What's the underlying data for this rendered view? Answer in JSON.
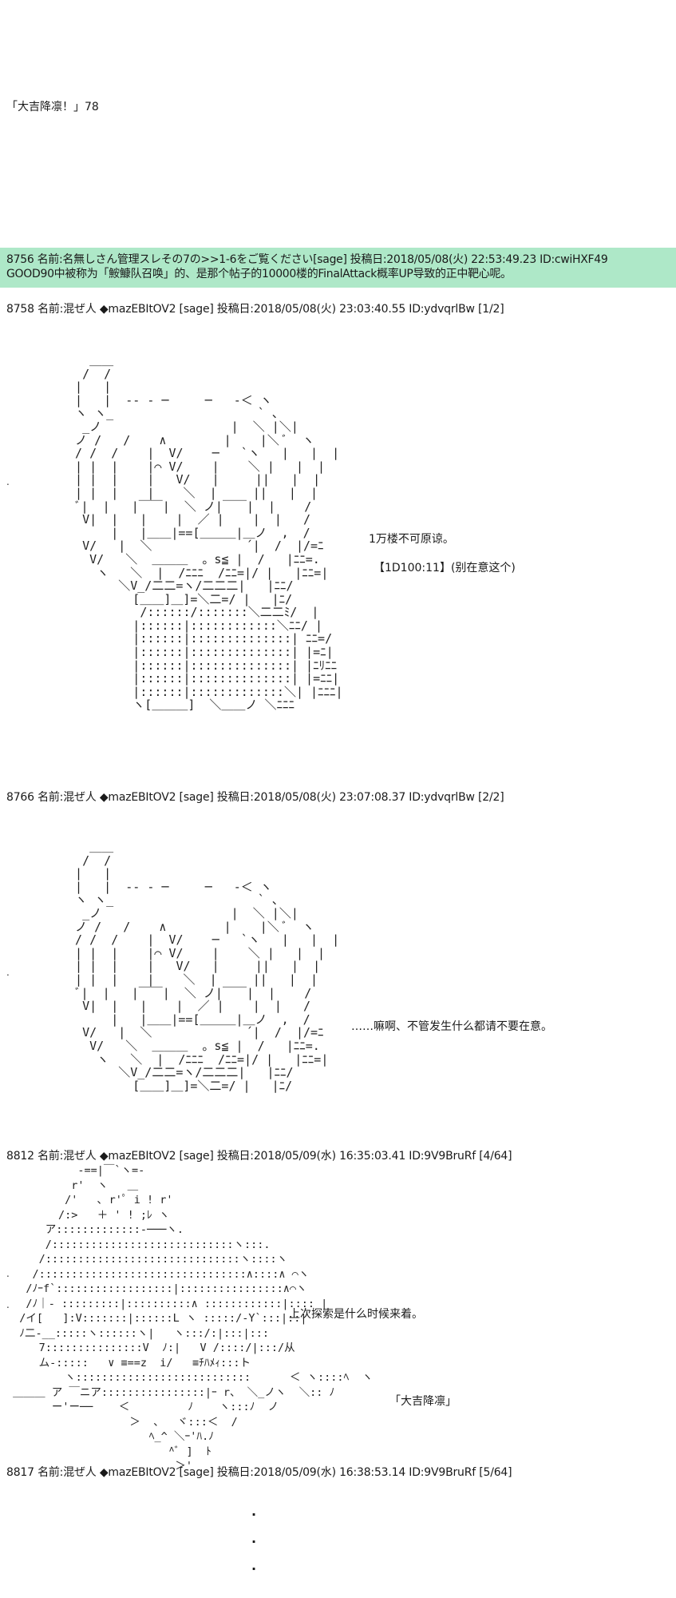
{
  "intro_title": "「大吉降凛！」78",
  "posts": [
    {
      "header": "8756 名前:名無しさん管理スレその7の>>1-6をご覧ください[sage] 投稿日:2018/05/08(火) 22:53:49.23 ID:cwiHXF49",
      "body": "GOOD90中被称为「鮟鱇队召唤」的、是那个帖子的10000楼的FinalAttack概率UP导致的正中靶心呢。"
    },
    {
      "header": "8758 名前:混ぜ人 ◆mazEBItOV2 [sage] 投稿日:2018/05/08(火) 23:03:40.55 ID:ydvqrlBw [1/2]",
      "speech": [
        "1万楼不可原谅。",
        "【1D100:11】(别在意这个)"
      ]
    },
    {
      "header": "8766 名前:混ぜ人 ◆mazEBItOV2 [sage] 投稿日:2018/05/08(火) 23:07:08.37 ID:ydvqrlBw [2/2]",
      "speech": [
        "……嘛啊、不管发生什么都请不要在意。"
      ]
    },
    {
      "header": "8812 名前:混ぜ人 ◆mazEBItOV2 [sage] 投稿日:2018/05/09(水) 16:35:03.41 ID:9V9BruRf [4/64]",
      "speech": [
        "上次探索是什么时候来着。",
        "「大吉降凛」"
      ]
    },
    {
      "header": "8817 名前:混ぜ人 ◆mazEBItOV2 [sage] 投稿日:2018/05/09(水) 16:38:53.14 ID:9V9BruRf [5/64]"
    }
  ],
  "ascii_art": {
    "figure_1": "    ＿＿\n   /  /\n  |   |\n  |   |  -- ‐ ─     ─   ‐＜ ヽ\n  ヽ ヽ_                    ` 、\n   _ノ                  |  ＼ |＼|\n  ノ /   /    ∧        |    |＼ ﾞ  ヽ\n  / /  /    |  V/    ─   `ヽ   |   |  |\n  | |  |    |⌒ V/    |    ＼ |   |  |\n  | |  |    |   V/   |     ||   |  |\n  | |  |    |    ＼  |     ||   |  |\n  ﾞ|  |   |￣￣|  ＼ ノ|￣￣|  |    /\n   V|  |   |    |  ／ |    |  |   /\n       |   |＿＿|==[＿＿＿|＿ノ  ,  /\n   V/   |  ＼             ´|  /  |/=ﾆ\n    V/   ＼  ＿＿＿  。s≦ |  /   |ﾆﾆ=.\n     ヽ   ＼  |  /ﾆﾆﾆ  /ﾆﾆ=|/ |   |ﾆﾆ=|\n        ＼V_/二二=ヽ/二二二|   |ﾆﾆ/\n          [＿＿]＿]=＼二=/ |   |ﾆ/\n           /::::::/:::::::＼二二ﾐ/  |\n          |::::::|::::::::::::＼ﾆﾆ/ |\n          |::::::|::::::::::::::| ﾆﾆ=/\n          |::::::|::::::::::::::| |=ﾆ|\n          |::::::|::::::::::::::| |ﾆﾘﾆﾆ\n          |::::::|::::::::::::::| |=ﾆﾆ|\n          |::::::|:::::::::::::＼| |ﾆﾆﾆ|\n          ヽ[＿＿＿]  ＼＿＿ノ ＼ﾆﾆﾆ",
    "figure_2": "    ＿＿\n   /  /\n  |   |\n  |   |  -- ‐ ─     ─   ‐＜ ヽ\n  ヽ ヽ_                    ` 、\n   _ノ                  |  ＼ |＼|\n  ノ /   /    ∧        |    |＼ ﾞ  ヽ\n  / /  /    |  V/    ─   `ヽ   |   |  |\n  | |  |    |⌒ V/    |    ＼ |   |  |\n  | |  |    |   V/   |     ||   |  |\n  | |  |    |    ＼  |     ||   |  |\n  ﾞ|  |   |￣￣|  ＼ ノ|￣￣|  |    /\n   V|  |   |    |  ／ |    |  |   /\n       |   |＿＿|==[＿＿＿|＿ノ  ,  /\n   V/   |  ＼             ´|  /  |/=ﾆ\n    V/   ＼  ＿＿＿  。s≦ |  /   |ﾆﾆ=.\n     ヽ   ＼  |  /ﾆﾆﾆ  /ﾆﾆ=|/ |   |ﾆﾆ=|\n        ＼V_/二二=ヽ/二二二|   |ﾆﾆ/\n          [＿＿]＿]=＼二=/ |   |ﾆ/",
    "figure_3": "           -==|￣`ヽ=-\n          r'  ヽ   ＿\n         /'   ､ r'ﾟ i ! r'\n        /:>   ＋ ' ! ;ﾚ ヽ\n      ア:::::::::::::‐───ヽ.\n      /::::::::::::::::::::::::::::ヽ:::.\n     /::::::::::::::::::::::::::::::ヽ::::ヽ\n    /::::::::::::::::::::::::::::::::∧::::∧ ⌒ヽ\n   /ﾉｰf`::::::::::::::::::|::::::::::::::::∧⌒ヽ\n   /ﾉ｜- :::::::::|::::::::::∧ ::::::::::::|:::: |\n  /イ[   ]:V:::::::|::::::L ヽ :::::/-Y`:::|::|\n  ﾉ二-__:::::ヽ::::::ヽ|   ヽ:::/:|:::|:::\n     7:::::::::::::::V  ﾉ:|   V /::::/|:::/从\n     ム-:::::   ∨ ≡==z  i/   ≡ﾁﾊﾒｨ:::ト\n         ヽ:::::::::::::::::::::::::::      ＜ ヽ::::ﾍ  ヽ\n ＿＿＿ ア ￣ニア::::::::::::::::|ｰ r、 ＼_ノヽ  ＼:: ﾉ\n       ー'ー──    ＜         ﾉ    ヽ:::ﾉ  ノ\n                   ＞  、  ヾ:::＜  /\n                      ﾍ_^ ＼ｰ'ﾊ.ﾉ\n                         ^ﾞ ]  ﾄ\n                          ＞'"
  }
}
